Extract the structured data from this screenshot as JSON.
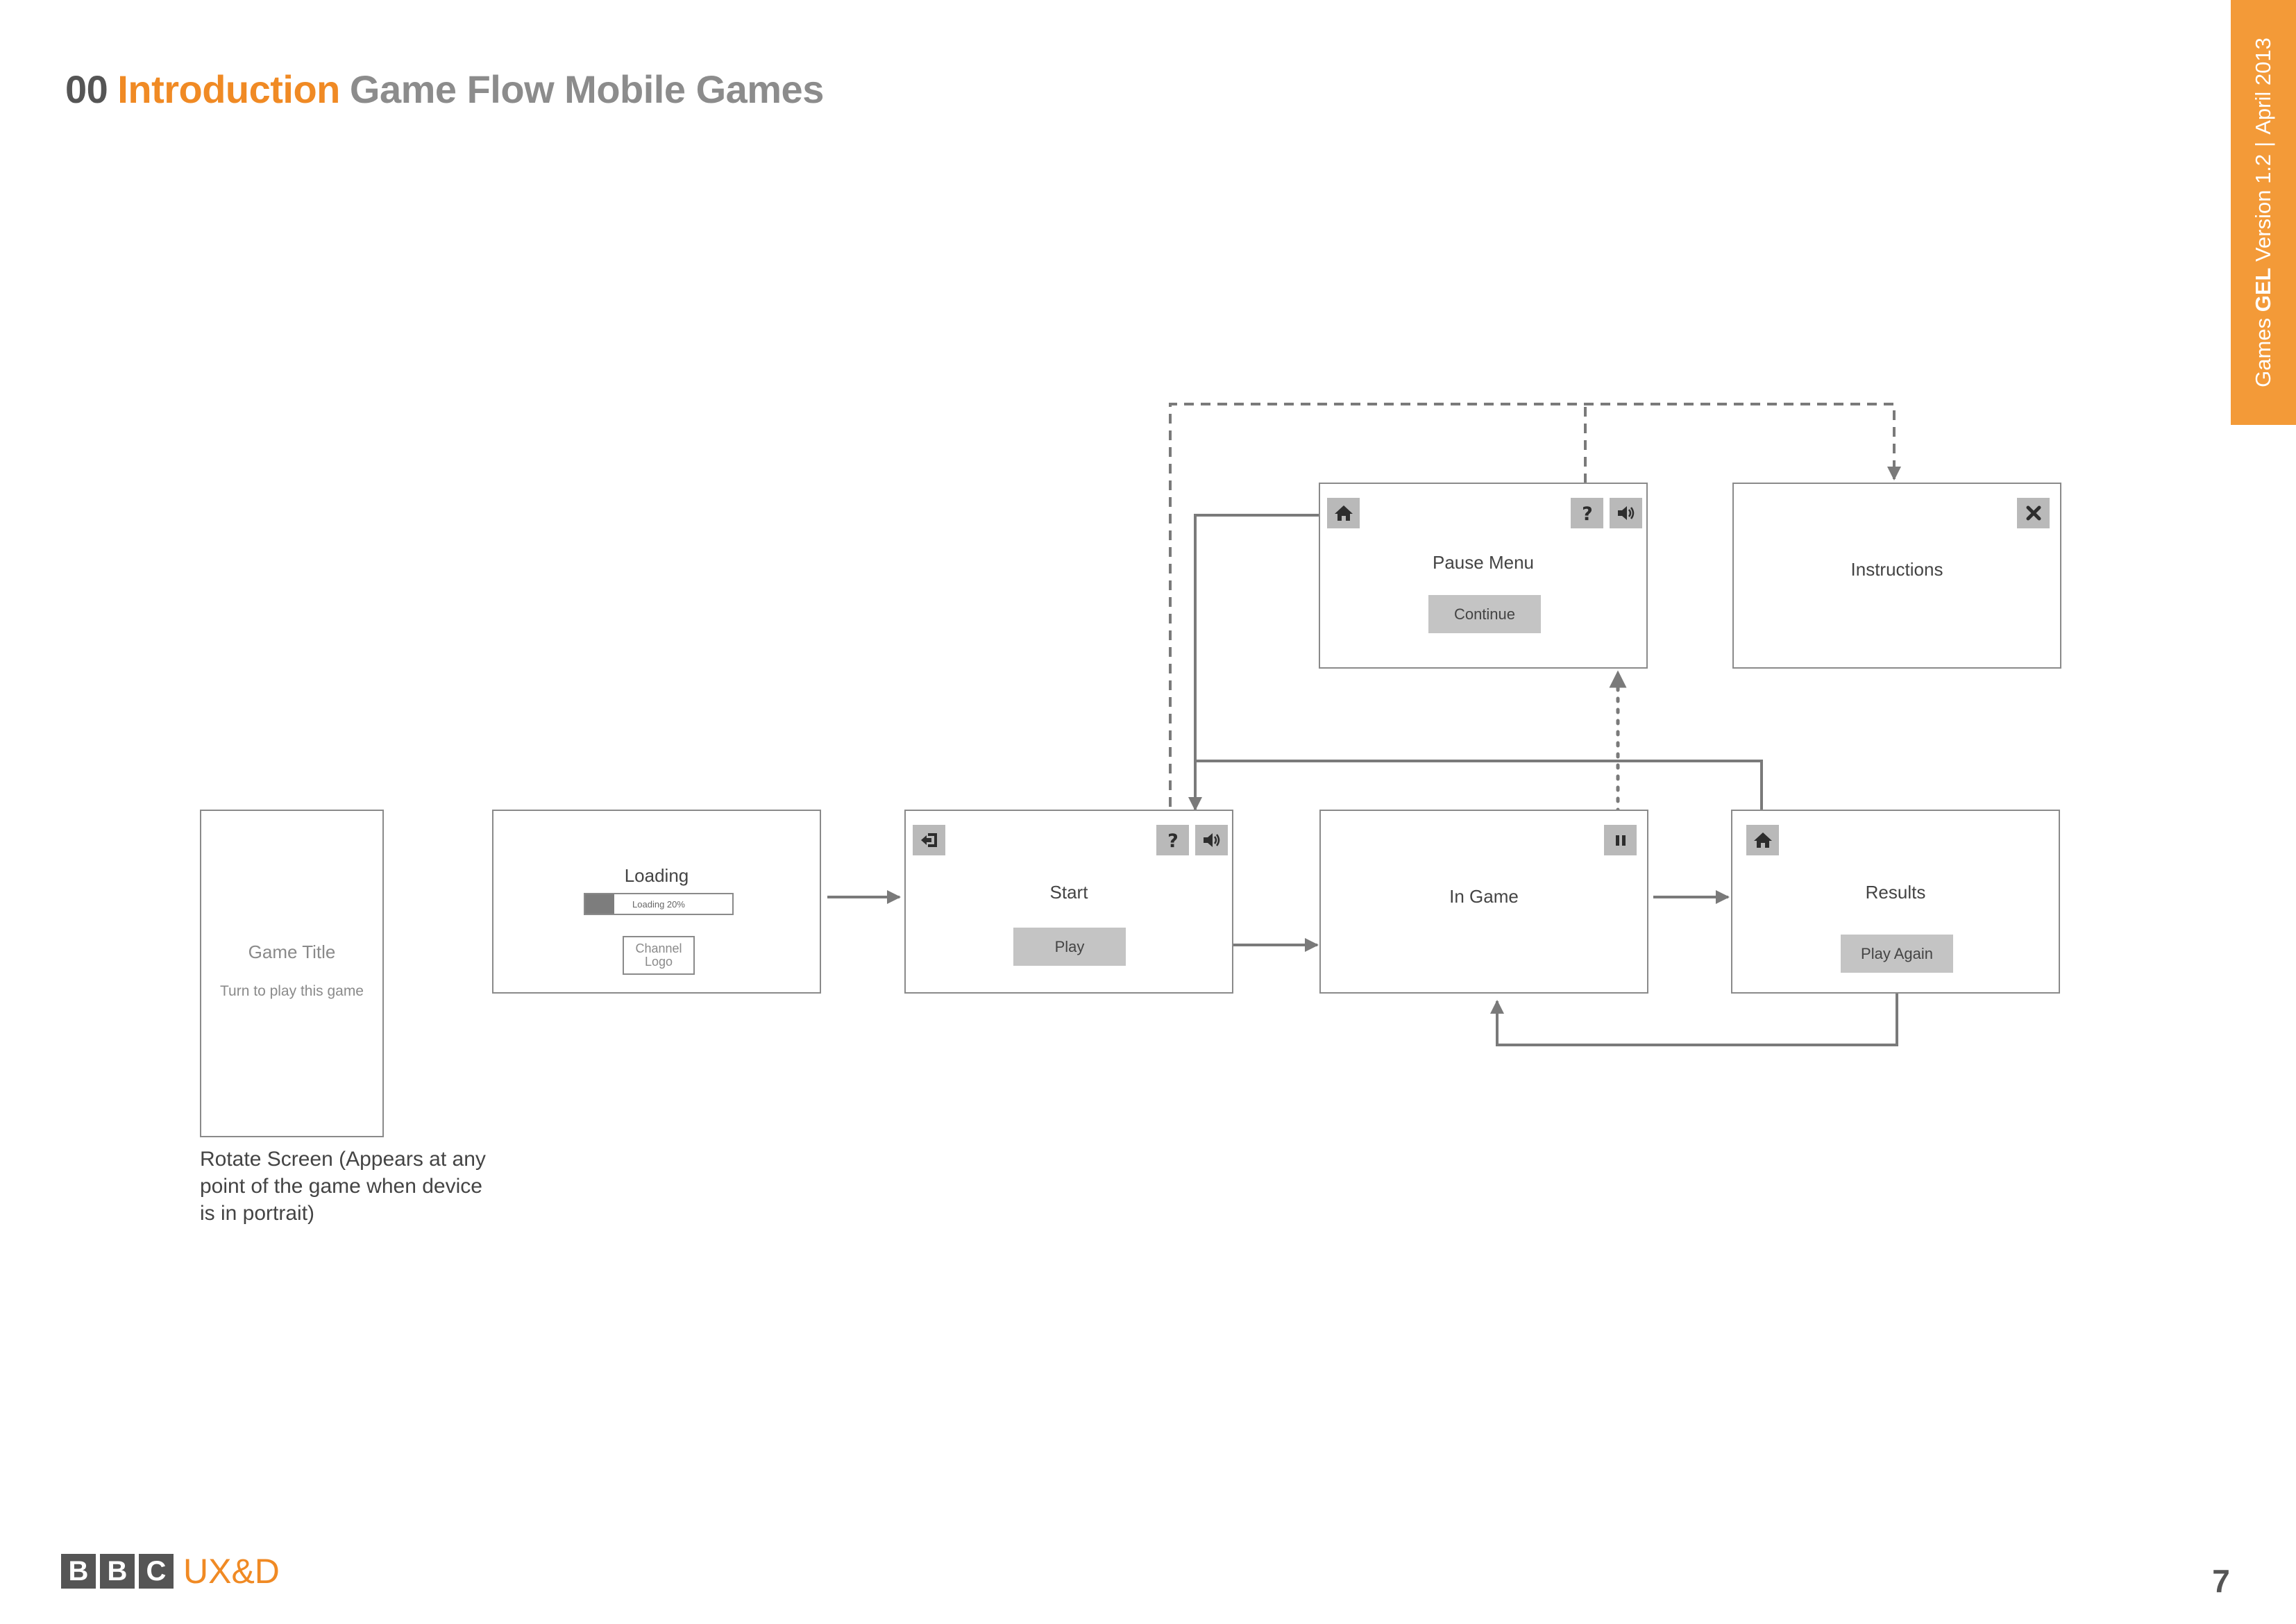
{
  "header": {
    "section_number": "00",
    "section_name": "Introduction",
    "page_title": "Game Flow Mobile Games"
  },
  "side_tab": {
    "part1": "Games",
    "part2": "GEL",
    "part3": "Version 1.2",
    "separator": "|",
    "date": "April 2013"
  },
  "screens": {
    "rotate": {
      "game_title": "Game Title",
      "instruction": "Turn to play this game",
      "caption": "Rotate Screen (Appears at any point of the game when device is in portrait)"
    },
    "loading": {
      "label": "Loading",
      "progress_text": "Loading 20%",
      "progress": 0.2,
      "logo_text": "Channel Logo"
    },
    "start": {
      "label": "Start",
      "button": "Play",
      "icons": [
        "exit-icon",
        "help-icon",
        "sound-icon"
      ]
    },
    "in_game": {
      "label": "In Game",
      "icons": [
        "pause-icon"
      ]
    },
    "results": {
      "label": "Results",
      "button": "Play Again",
      "icons": [
        "home-icon"
      ]
    },
    "pause_menu": {
      "label": "Pause Menu",
      "button": "Continue",
      "icons": [
        "home-icon",
        "help-icon",
        "sound-icon"
      ]
    },
    "instructions": {
      "label": "Instructions",
      "icons": [
        "close-icon"
      ]
    }
  },
  "footer": {
    "brand_letters": [
      "B",
      "B",
      "C"
    ],
    "brand_suffix": "UX&D",
    "page_number": "7"
  },
  "colors": {
    "accent": "#f08a24",
    "tab": "#f39a38",
    "frame": "#8a8a8a",
    "icon_bg": "#b9b9b9",
    "button_bg": "#c4c4c4",
    "arrow": "#7a7a7a"
  }
}
